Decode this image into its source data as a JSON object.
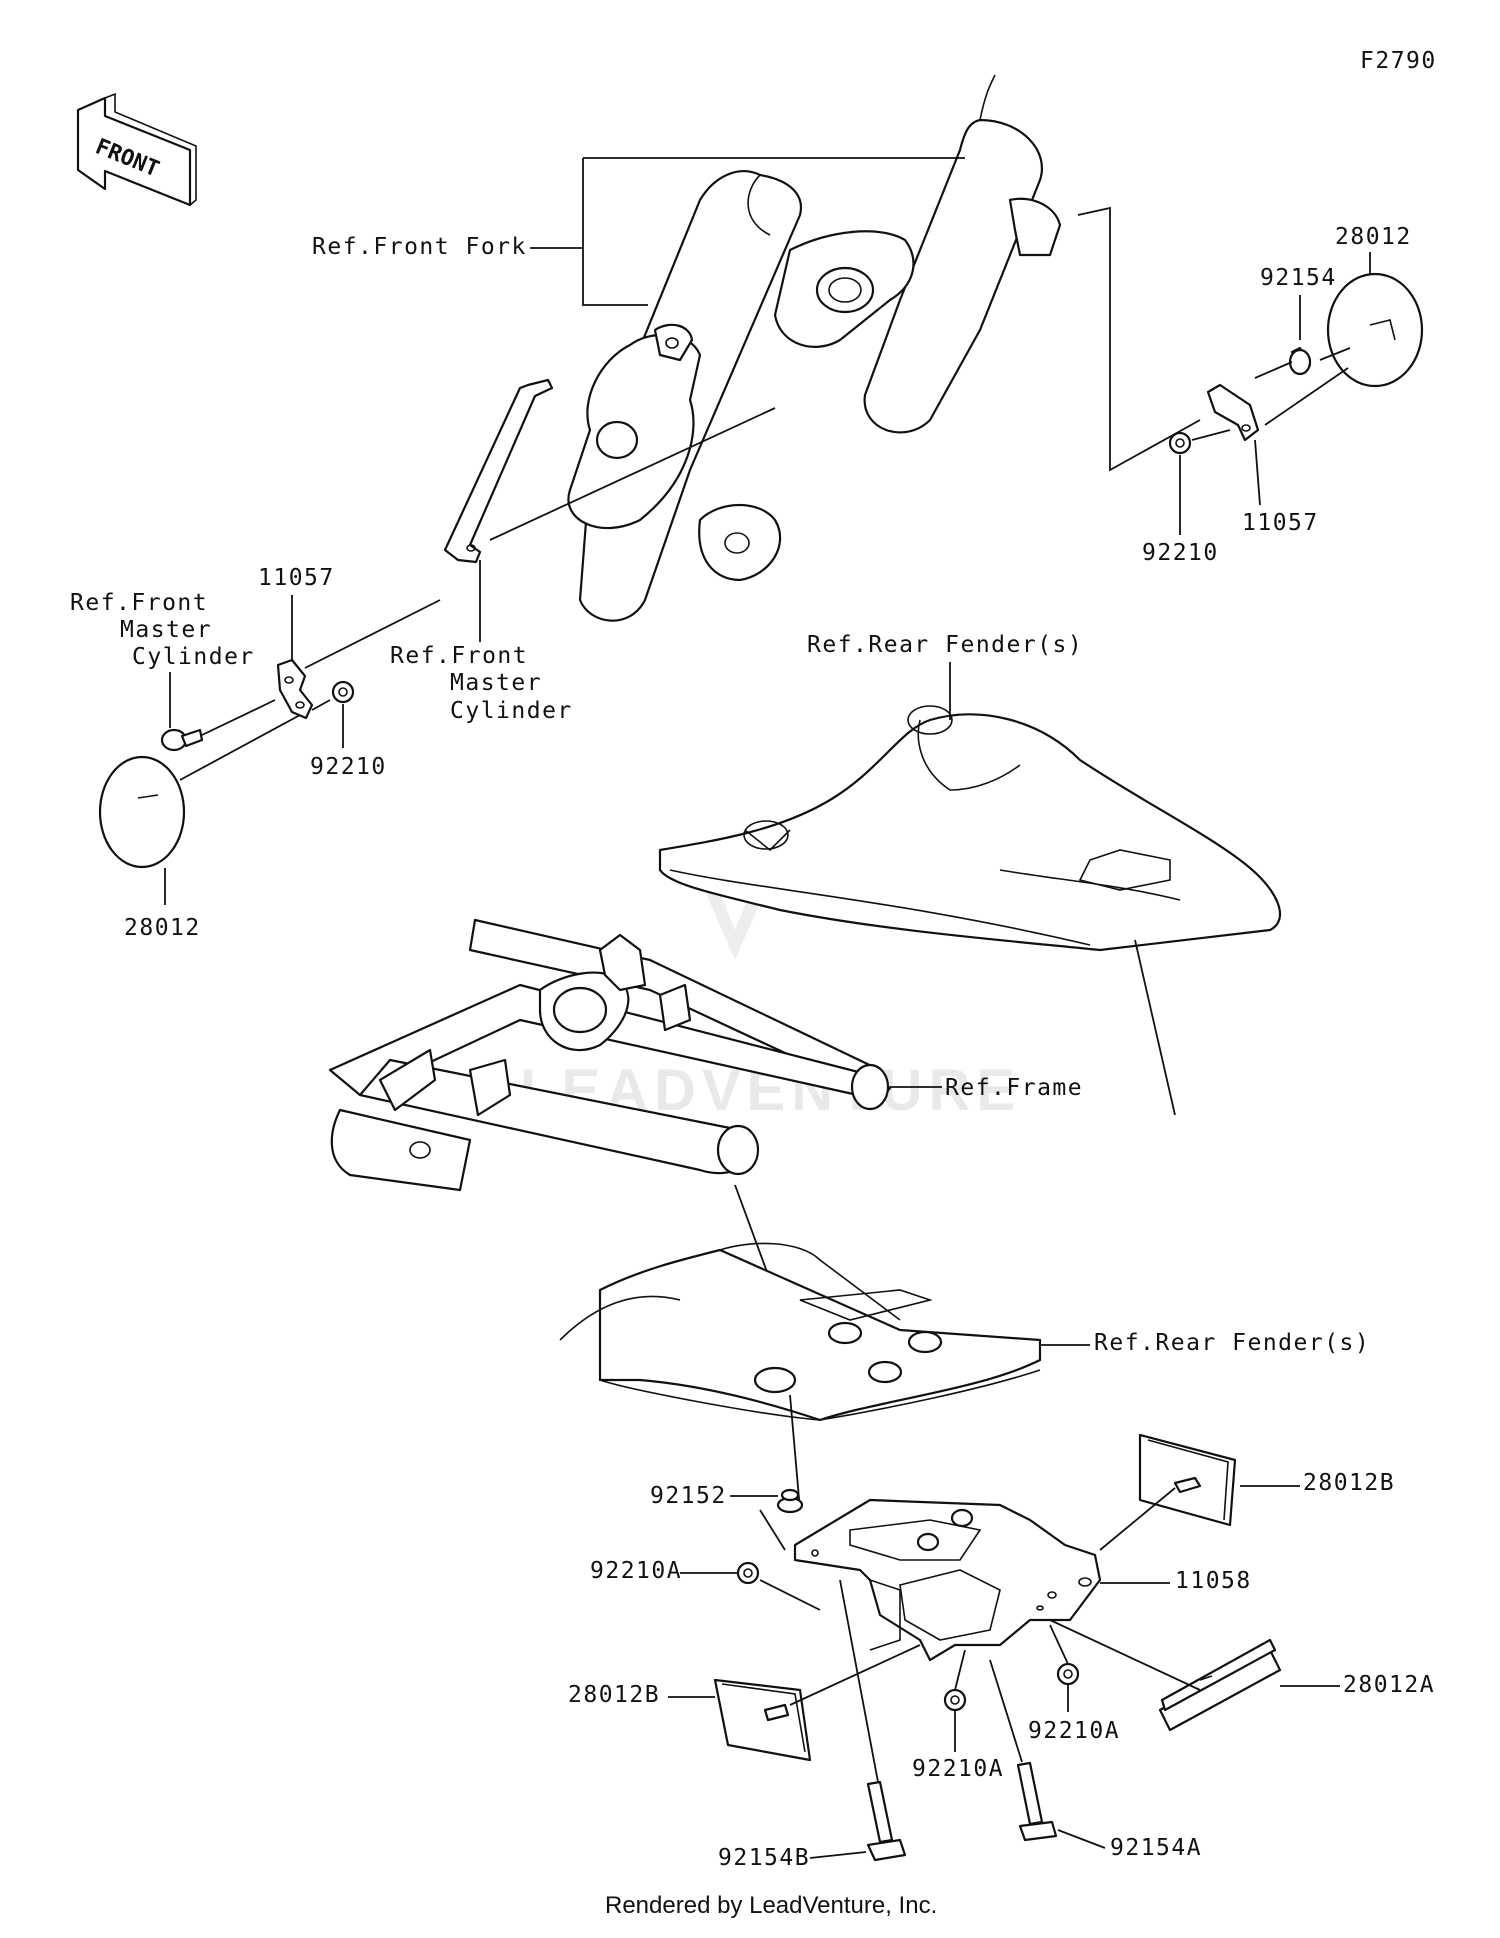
{
  "diagram_code": "F2790",
  "front_arrow_text": "FRONT",
  "watermark": "LEADVENTURE",
  "labels": {
    "ref_front_fork": "Ref.Front Fork",
    "ref_front_master_cyl_left_1": "Ref.Front",
    "ref_front_master_cyl_left_2": "Master",
    "ref_front_master_cyl_left_3": "Cylinder",
    "ref_front_master_cyl_mid_1": "Ref.Front",
    "ref_front_master_cyl_mid_2": "Master",
    "ref_front_master_cyl_mid_3": "Cylinder",
    "ref_rear_fender_top": "Ref.Rear Fender(s)",
    "ref_frame": "Ref.Frame",
    "ref_rear_fender_bottom": "Ref.Rear Fender(s)",
    "p_28012_right": "28012",
    "p_92154_right": "92154",
    "p_11057_right": "11057",
    "p_92210_right": "92210",
    "p_11057_left": "11057",
    "p_92210_left": "92210",
    "p_28012_left": "28012",
    "p_92152": "92152",
    "p_92210A_left": "92210A",
    "p_28012B_right": "28012B",
    "p_11058": "11058",
    "p_28012A": "28012A",
    "p_28012B_left": "28012B",
    "p_92210A_mid": "92210A",
    "p_92210A_right": "92210A",
    "p_92154B": "92154B",
    "p_92154A": "92154A"
  },
  "footer": "Rendered by LeadVenture, Inc."
}
